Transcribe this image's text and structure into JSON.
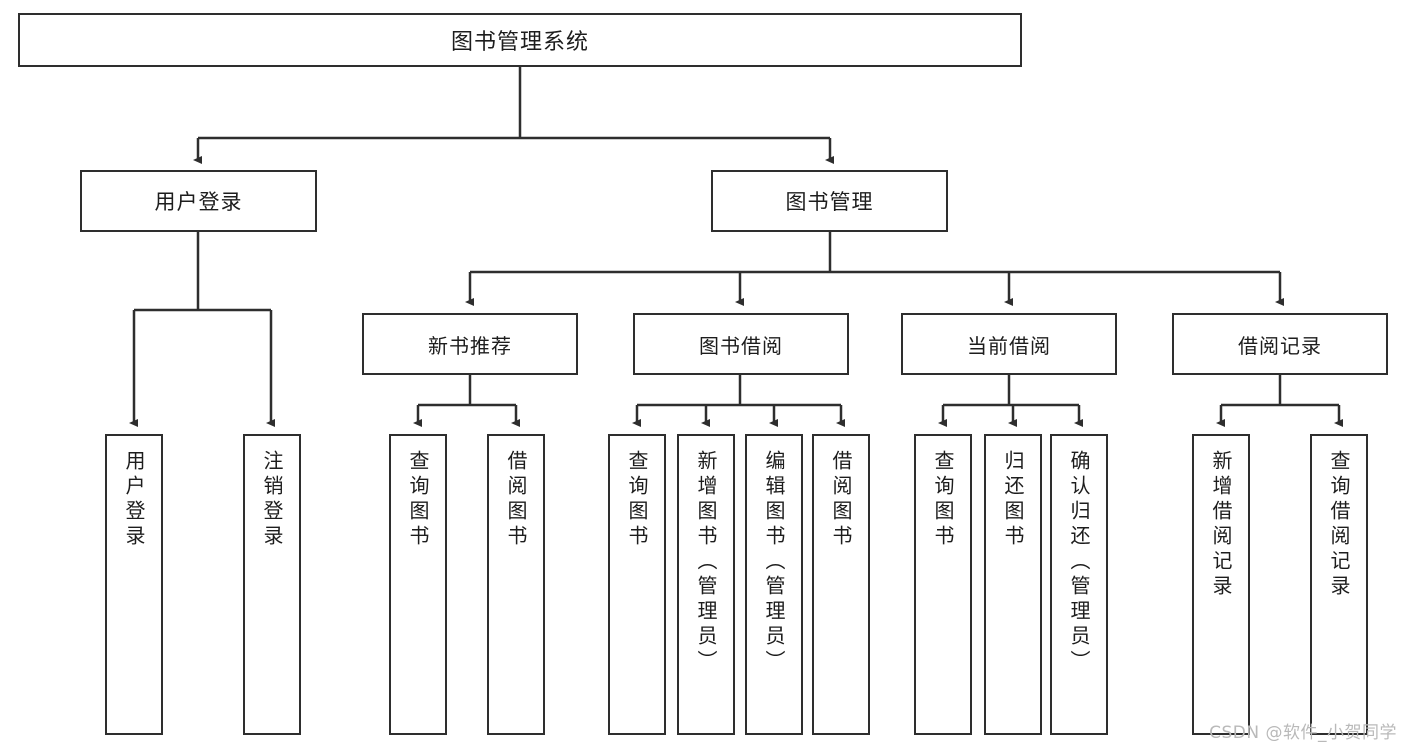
{
  "diagram": {
    "type": "tree",
    "title": "图书管理系统",
    "watermark": "CSDN @软件_小贺同学",
    "colors": {
      "box_border": "#2e2e2e",
      "box_fill": "#ffffff",
      "edge": "#2e2e2e",
      "text": "#1d1d1d",
      "watermark": "#b9b9b9",
      "background": "#ffffff"
    },
    "root": {
      "id": "root",
      "label": "图书管理系统"
    },
    "level2": [
      {
        "id": "user-login",
        "label": "用户登录"
      },
      {
        "id": "book-manage",
        "label": "图书管理"
      }
    ],
    "level3": [
      {
        "id": "new-book-recommend",
        "label": "新书推荐",
        "parent": "book-manage"
      },
      {
        "id": "book-borrow",
        "label": "图书借阅",
        "parent": "book-manage"
      },
      {
        "id": "current-borrow",
        "label": "当前借阅",
        "parent": "book-manage"
      },
      {
        "id": "borrow-record",
        "label": "借阅记录",
        "parent": "book-manage"
      }
    ],
    "leaves": [
      {
        "id": "leaf-user-login",
        "label": "用户登录",
        "parent": "user-login"
      },
      {
        "id": "leaf-logout",
        "label": "注销登录",
        "parent": "user-login"
      },
      {
        "id": "leaf-query-book-1",
        "label": "查询图书",
        "parent": "new-book-recommend"
      },
      {
        "id": "leaf-borrow-book-1",
        "label": "借阅图书",
        "parent": "new-book-recommend"
      },
      {
        "id": "leaf-query-book-2",
        "label": "查询图书",
        "parent": "book-borrow"
      },
      {
        "id": "leaf-add-book",
        "label": "新增图书（管理员）",
        "parent": "book-borrow"
      },
      {
        "id": "leaf-edit-book",
        "label": "编辑图书（管理员）",
        "parent": "book-borrow"
      },
      {
        "id": "leaf-borrow-book-2",
        "label": "借阅图书",
        "parent": "book-borrow"
      },
      {
        "id": "leaf-query-book-3",
        "label": "查询图书",
        "parent": "current-borrow"
      },
      {
        "id": "leaf-return-book",
        "label": "归还图书",
        "parent": "current-borrow"
      },
      {
        "id": "leaf-confirm-return",
        "label": "确认归还（管理员）",
        "parent": "current-borrow"
      },
      {
        "id": "leaf-add-record",
        "label": "新增借阅记录",
        "parent": "borrow-record"
      },
      {
        "id": "leaf-query-record",
        "label": "查询借阅记录",
        "parent": "borrow-record"
      }
    ]
  }
}
